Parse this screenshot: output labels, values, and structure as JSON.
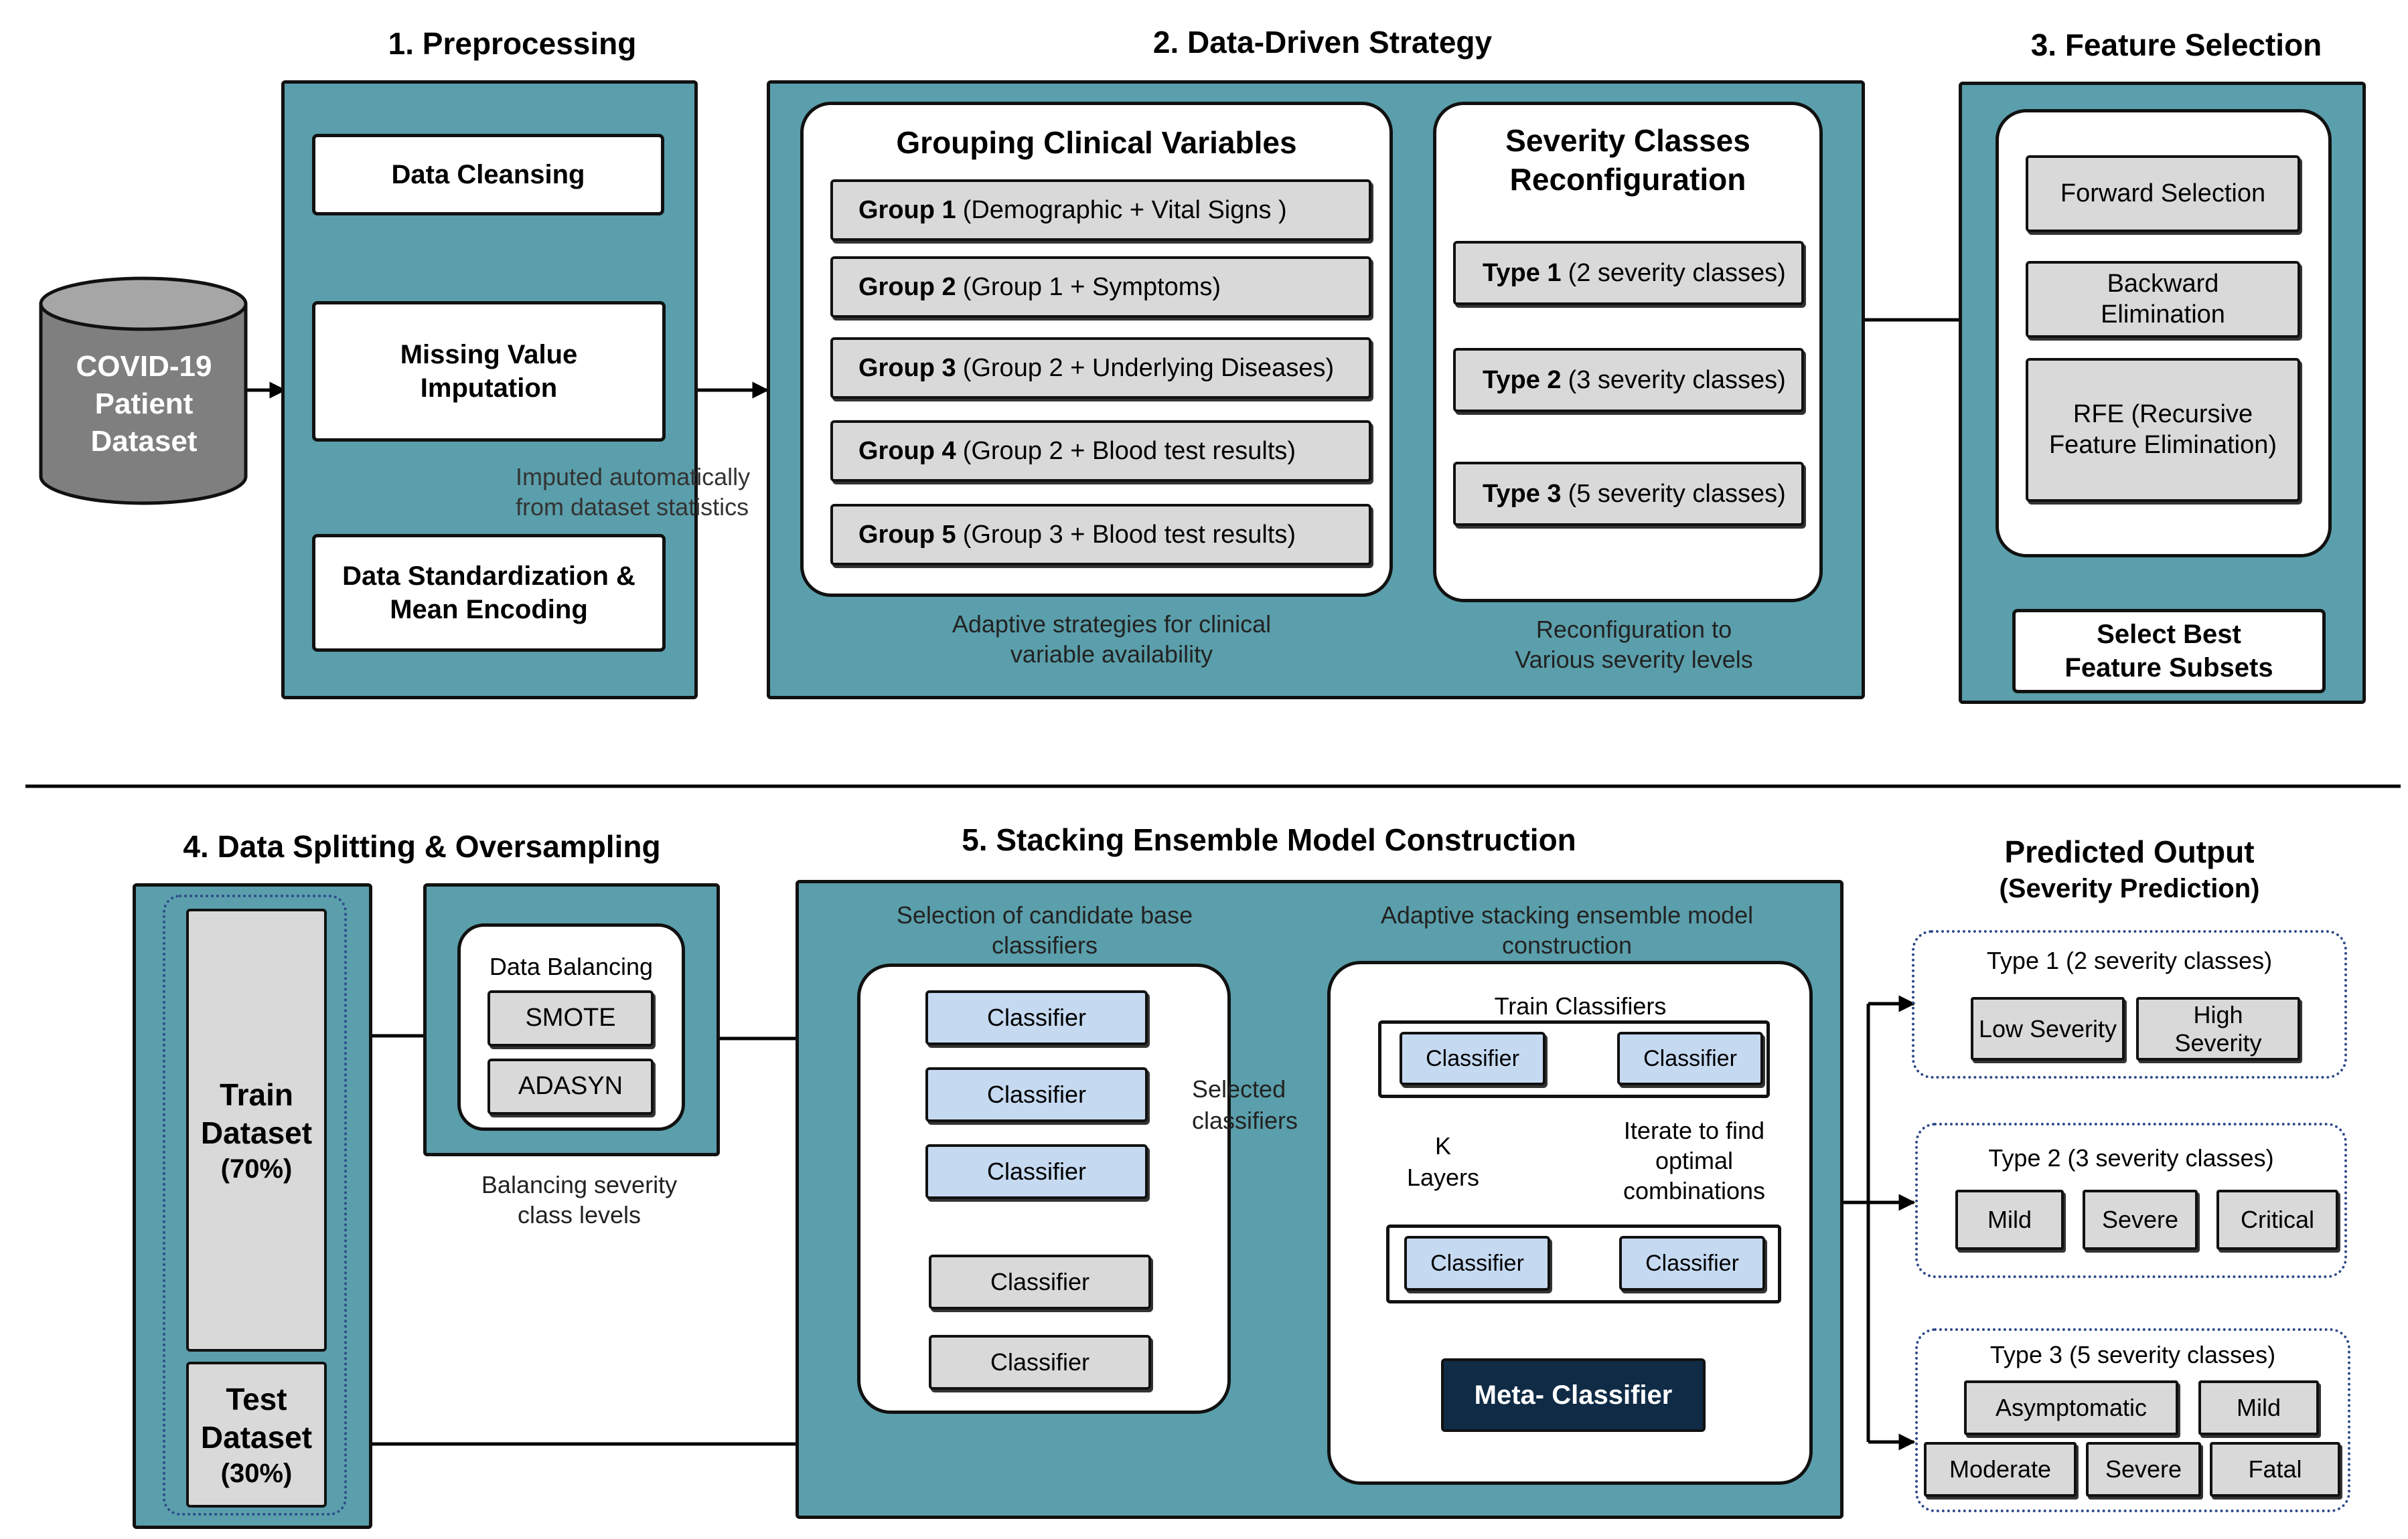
{
  "titles": {
    "preprocessing": "1. Preprocessing",
    "strategy": "2. Data-Driven Strategy",
    "feature": "3. Feature Selection",
    "splitting": "4. Data Splitting & Oversampling",
    "stacking": "5. Stacking Ensemble Model Construction",
    "output": "Predicted Output",
    "output_sub": "(Severity Prediction)"
  },
  "dataset": {
    "label": "COVID-19 Patient Dataset"
  },
  "preprocessing": {
    "cleansing": "Data Cleansing",
    "imputation": "Missing Value Imputation",
    "imputation_note": "Imputed automatically from dataset statistics",
    "standardization": "Data Standardization & Mean Encoding"
  },
  "grouping": {
    "title": "Grouping Clinical Variables",
    "groups": [
      {
        "name": "Group 1",
        "desc": "(Demographic + Vital Signs )"
      },
      {
        "name": "Group 2",
        "desc": "(Group 1 + Symptoms)"
      },
      {
        "name": "Group 3",
        "desc": "(Group 2 + Underlying Diseases)"
      },
      {
        "name": "Group 4",
        "desc": "(Group 2 + Blood test results)"
      },
      {
        "name": "Group 5",
        "desc": "(Group 3 + Blood test results)"
      }
    ],
    "caption": "Adaptive strategies for clinical variable availability"
  },
  "severity": {
    "title": "Severity Classes Reconfiguration",
    "types": [
      {
        "name": "Type 1",
        "desc": "(2 severity classes)"
      },
      {
        "name": "Type 2",
        "desc": "(3 severity classes)"
      },
      {
        "name": "Type 3",
        "desc": "(5 severity classes)"
      }
    ],
    "caption": "Reconfiguration to Various severity levels"
  },
  "feature_selection": {
    "methods": [
      "Forward Selection",
      "Backward Elimination",
      "RFE (Recursive Feature Elimination)"
    ],
    "best": "Select Best Feature Subsets"
  },
  "splitting": {
    "train": "Train Dataset",
    "train_pct": "(70%)",
    "test": "Test Dataset",
    "test_pct": "(30%)",
    "balancing_title": "Data Balancing",
    "methods": [
      "SMOTE",
      "ADASYN"
    ],
    "caption": "Balancing severity class levels"
  },
  "stacking": {
    "selection_caption": "Selection of candidate base classifiers",
    "classifier": "Classifier",
    "selected_note": "Selected classifiers",
    "adaptive_caption": "Adaptive stacking ensemble model construction",
    "train_label": "Train Classifiers",
    "k_layers": "K Layers",
    "iterate_note": "Iterate to find optimal combinations",
    "meta": "Meta- Classifier"
  },
  "output": {
    "types": [
      {
        "title": "Type 1 (2 severity classes)",
        "classes": [
          "Low Severity",
          "High Severity"
        ]
      },
      {
        "title": "Type 2 (3 severity classes)",
        "classes": [
          "Mild",
          "Severe",
          "Critical"
        ]
      },
      {
        "title": "Type 3 (5 severity classes)",
        "classes": [
          "Asymptomatic",
          "Mild",
          "Moderate",
          "Severe",
          "Fatal"
        ]
      }
    ]
  },
  "colors": {
    "panel": "#5a9fab",
    "classifier_blue": "#c5d9f1",
    "meta_navy": "#0f2b46",
    "gray_box": "#d9d9d9",
    "dataset_gray": "#7f7f7f"
  }
}
